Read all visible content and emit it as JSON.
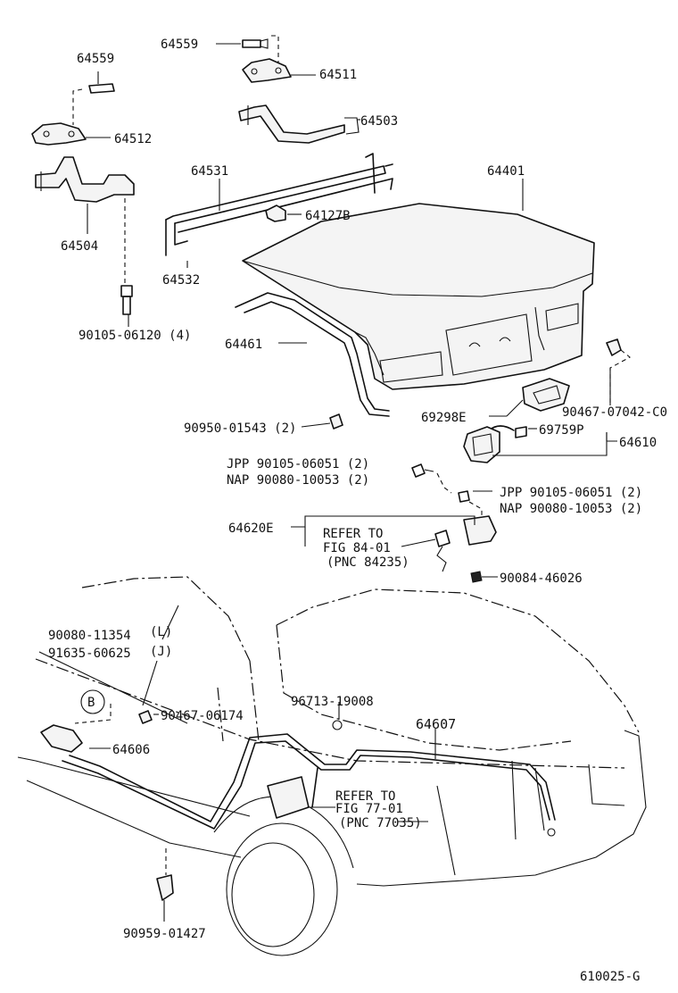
{
  "labels": {
    "p64559_top": "64559",
    "p64511": "64511",
    "p64559_left": "64559",
    "p64503": "64503",
    "p64512": "64512",
    "p64531": "64531",
    "p64401": "64401",
    "p64504": "64504",
    "p64127B": "64127B",
    "p64532": "64532",
    "p90105_06120": "90105-06120 (4)",
    "p64461": "64461",
    "p90467_07042": "90467-07042-C0",
    "p69298E": "69298E",
    "p90950_01543": "90950-01543 (2)",
    "p69759P": "69759P",
    "p64610": "64610",
    "jpp_left": "JPP 90105-06051 (2)",
    "nap_left": "NAP 90080-10053 (2)",
    "jpp_right": "JPP  90105-06051 (2)",
    "nap_right": "NAP  90080-10053 (2)",
    "p64620E": "64620E",
    "refer1_a": "REFER TO",
    "refer1_b": "FIG 84-01",
    "refer1_c": "(PNC 84235)",
    "p90084_46026": "90084-46026",
    "p90080_11354": "90080-11354",
    "tag_L": "(L)",
    "p91635_60625": "91635-60625",
    "tag_J": "(J)",
    "circle_B": "B",
    "p90467_06174": "90467-06174",
    "p96713_19008": "96713-19008",
    "p64607": "64607",
    "p64606": "64606",
    "refer2_a": "REFER TO",
    "refer2_b": "FIG 77-01",
    "refer2_c": "(PNC 77035)",
    "p90959_01427": "90959-01427",
    "fig_code": "610025-G"
  }
}
